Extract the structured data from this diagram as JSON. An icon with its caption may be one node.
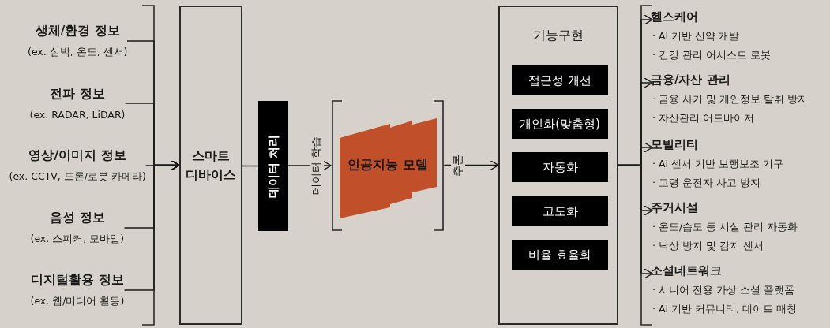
{
  "diagram": {
    "nodes": [
      {
        "text": [
          "생체/환경 정보",
          "(ex. 심박, 온도, 센서)"
        ]
      },
      {
        "text": [
          "전파 정보",
          "(ex. RADAR, LiDAR)"
        ]
      },
      {
        "text": [
          "영상/이미지 정보",
          "(ex. CCTV, 드론/로봇 카메라)"
        ]
      },
      {
        "text": [
          "음성 정보",
          "(ex. 스피커, 모바일)"
        ]
      },
      {
        "text": [
          "디지털활용 정보",
          "(ex. 웹/미디어 활동)"
        ]
      },
      {
        "text": [
          "스마트 디바이스"
        ]
      },
      {
        "text": [
          "데이터 처리"
        ]
      },
      {
        "text": [
          "인공지능 모델"
        ]
      },
      {
        "text": [
          "기능구현"
        ]
      },
      {
        "text": [
          "접근성 개선"
        ],
        "in": 8
      },
      {
        "text": [
          "개인화(맞춤형)"
        ],
        "in": 8
      },
      {
        "text": [
          "자동화"
        ],
        "in": 8
      },
      {
        "text": [
          "고도화"
        ],
        "in": 8
      },
      {
        "text": [
          "비율 효율화"
        ],
        "in": 8
      },
      {
        "text": [
          "헬스케어",
          "· AI 기반 신약 개발",
          "· 건강 관리 어시스트 로봇"
        ]
      },
      {
        "text": [
          "금융/자산 관리",
          "· 금융 사기 및 개인정보 탈취 방지",
          "· 자산관리 어드바이저"
        ]
      },
      {
        "text": [
          "모빌리티",
          "· AI 센서 기반 보행보조 기구",
          "· 고령 운전자 사고 방지"
        ]
      },
      {
        "text": [
          "주거시설",
          "· 온도/습도 등 시설 관리 자동화",
          "· 낙상 방지 및 감지 센서"
        ]
      },
      {
        "text": [
          "소셜네트워크",
          "· 시니어 전용 가상 소셜 플랫폼",
          "· AI 기반 커뮤니티, 데이트 매칭"
        ]
      }
    ],
    "edges": [
      {
        "from": 0,
        "to": 5,
        "arrow": "to"
      },
      {
        "from": 1,
        "to": 5,
        "arrow": "to"
      },
      {
        "from": 2,
        "to": 5,
        "arrow": "to"
      },
      {
        "from": 3,
        "to": 5,
        "arrow": "to"
      },
      {
        "from": 4,
        "to": 5,
        "arrow": "to"
      },
      {
        "from": 5,
        "to": 6,
        "arrow": "none"
      },
      {
        "from": 6,
        "to": 7,
        "arrow": "to",
        "label": "데이터 학습"
      },
      {
        "from": 7,
        "to": 8,
        "arrow": "to",
        "label": "추론"
      },
      {
        "from": 8,
        "to": 14,
        "arrow": "to"
      },
      {
        "from": 8,
        "to": 15,
        "arrow": "to"
      },
      {
        "from": 8,
        "to": 16,
        "arrow": "to"
      },
      {
        "from": 8,
        "to": 17,
        "arrow": "to"
      },
      {
        "from": 8,
        "to": 18,
        "arrow": "to"
      }
    ]
  }
}
